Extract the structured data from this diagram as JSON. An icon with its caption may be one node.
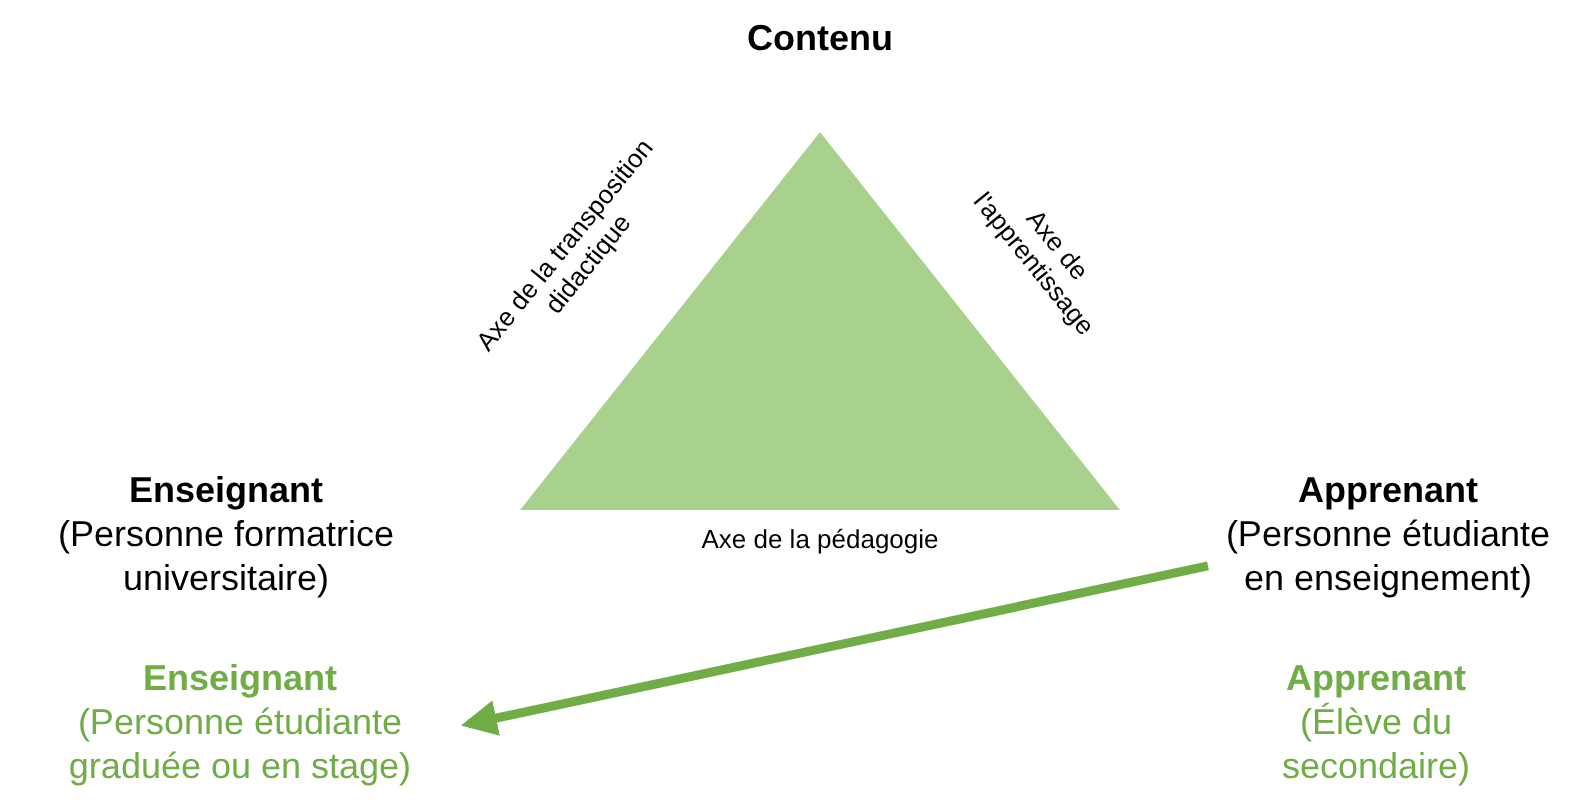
{
  "diagram": {
    "nodes": [
      {
        "text": [
          "Contenu"
        ]
      },
      {
        "text": [
          "Enseignant",
          "(Personne formatrice universitaire)"
        ]
      },
      {
        "text": [
          "Apprenant",
          "(Personne étudiante en enseignement)"
        ]
      },
      {
        "text": [
          "Enseignant",
          "(Personne étudiante graduée ou en stage)"
        ]
      },
      {
        "text": [
          "Apprenant",
          "(Élève du secondaire)"
        ]
      }
    ],
    "edges": [
      {
        "from": 2,
        "to": 3,
        "arrow": "to",
        "color": "#70ad47"
      }
    ],
    "labels": [
      "Axe de la transposition didactique",
      "Axe de l'apprentissage",
      "Axe de la pédagogie"
    ]
  }
}
